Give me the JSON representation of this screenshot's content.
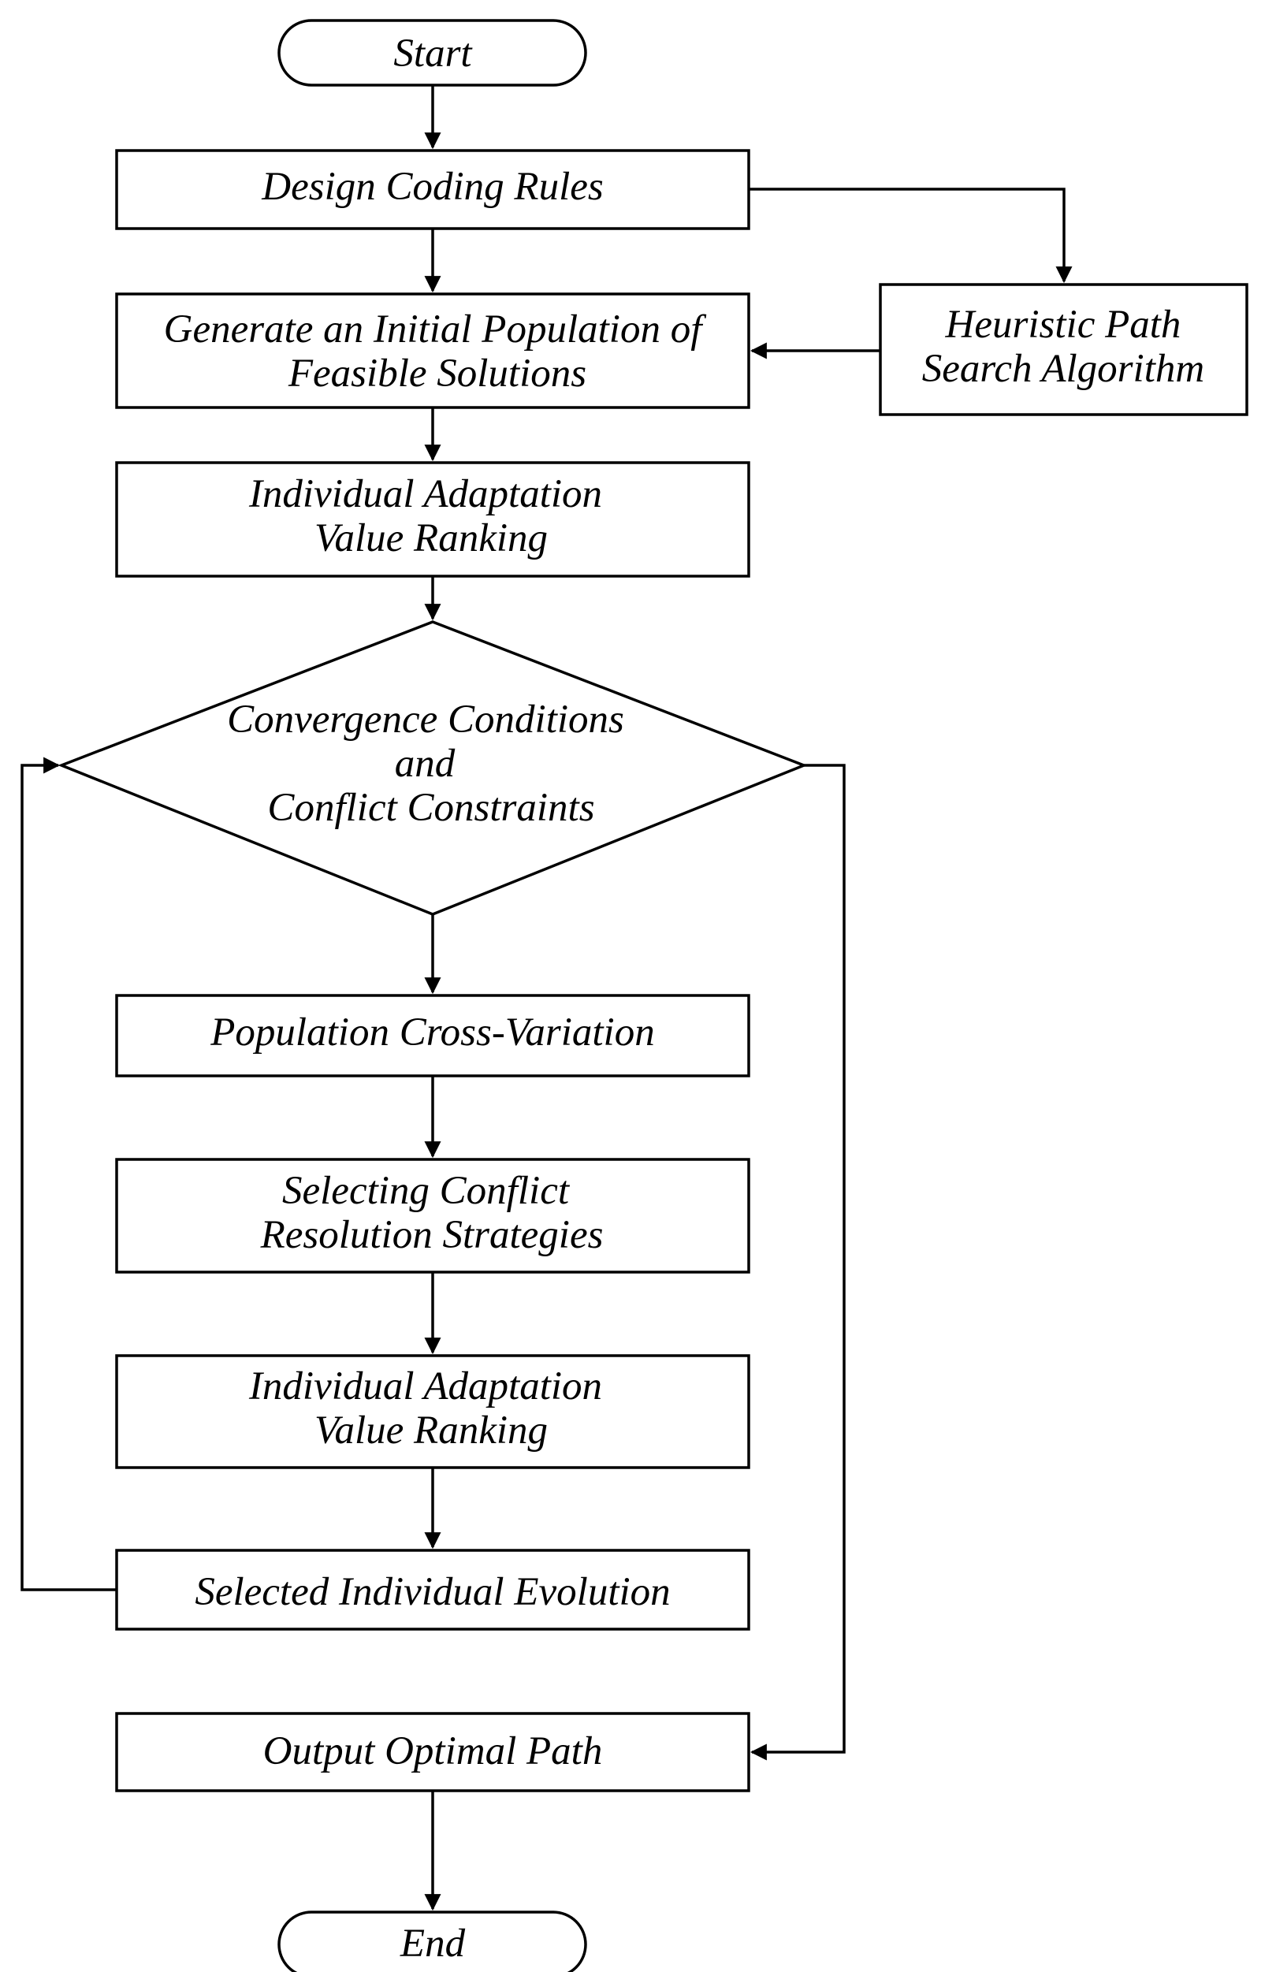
{
  "nodes": {
    "start": "Start",
    "design_coding_rules": "Design Coding Rules",
    "heuristic": [
      "Heuristic Path",
      "Search Algorithm"
    ],
    "initial_population": [
      "Generate an Initial Population of",
      "Feasible Solutions"
    ],
    "ranking_1": [
      "Individual Adaptation",
      "Value Ranking"
    ],
    "decision": [
      "Convergence Conditions",
      "and",
      "Conflict Constraints"
    ],
    "cross_variation": "Population Cross-Variation",
    "conflict_resolution": [
      "Selecting Conflict",
      "Resolution Strategies"
    ],
    "ranking_2": [
      "Individual Adaptation",
      "Value Ranking"
    ],
    "evolution": "Selected Individual Evolution",
    "output": "Output Optimal Path",
    "end": "End"
  }
}
